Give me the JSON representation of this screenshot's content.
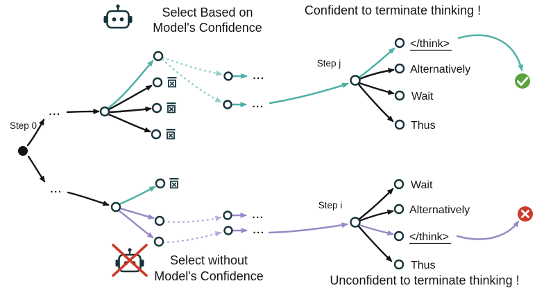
{
  "colors": {
    "black": "#141414",
    "node": "#16333a",
    "teal": "#4fb0a5",
    "teal_light": "#90d1c8",
    "purple": "#968bc4",
    "purple_light": "#b7aedd",
    "green": "#5aa33c",
    "red": "#cd3a28"
  },
  "captions": {
    "select_with_line1": "Select Based on",
    "select_with_line2": "Model's Confidence",
    "confident": "Confident to terminate thinking !",
    "select_without_line1": "Select without",
    "select_without_line2": "Model's Confidence",
    "unconfident": "Unconfident to terminate thinking !"
  },
  "labels": {
    "step0": "Step 0",
    "stepj": "Step j",
    "stepi": "Step i",
    "ellipsis": "..."
  },
  "top_branch": {
    "tokens": [
      "</think>",
      "Alternatively",
      "Wait",
      "Thus"
    ]
  },
  "bottom_branch": {
    "tokens": [
      "Wait",
      "Alternatively",
      "</think>",
      "Thus"
    ]
  },
  "icons": {
    "robot": "robot-head",
    "robot_crossed": "robot-head-crossed",
    "discard": "boxed-x-with-bar",
    "success": "green-check-circle",
    "failure": "red-cross-circle"
  }
}
